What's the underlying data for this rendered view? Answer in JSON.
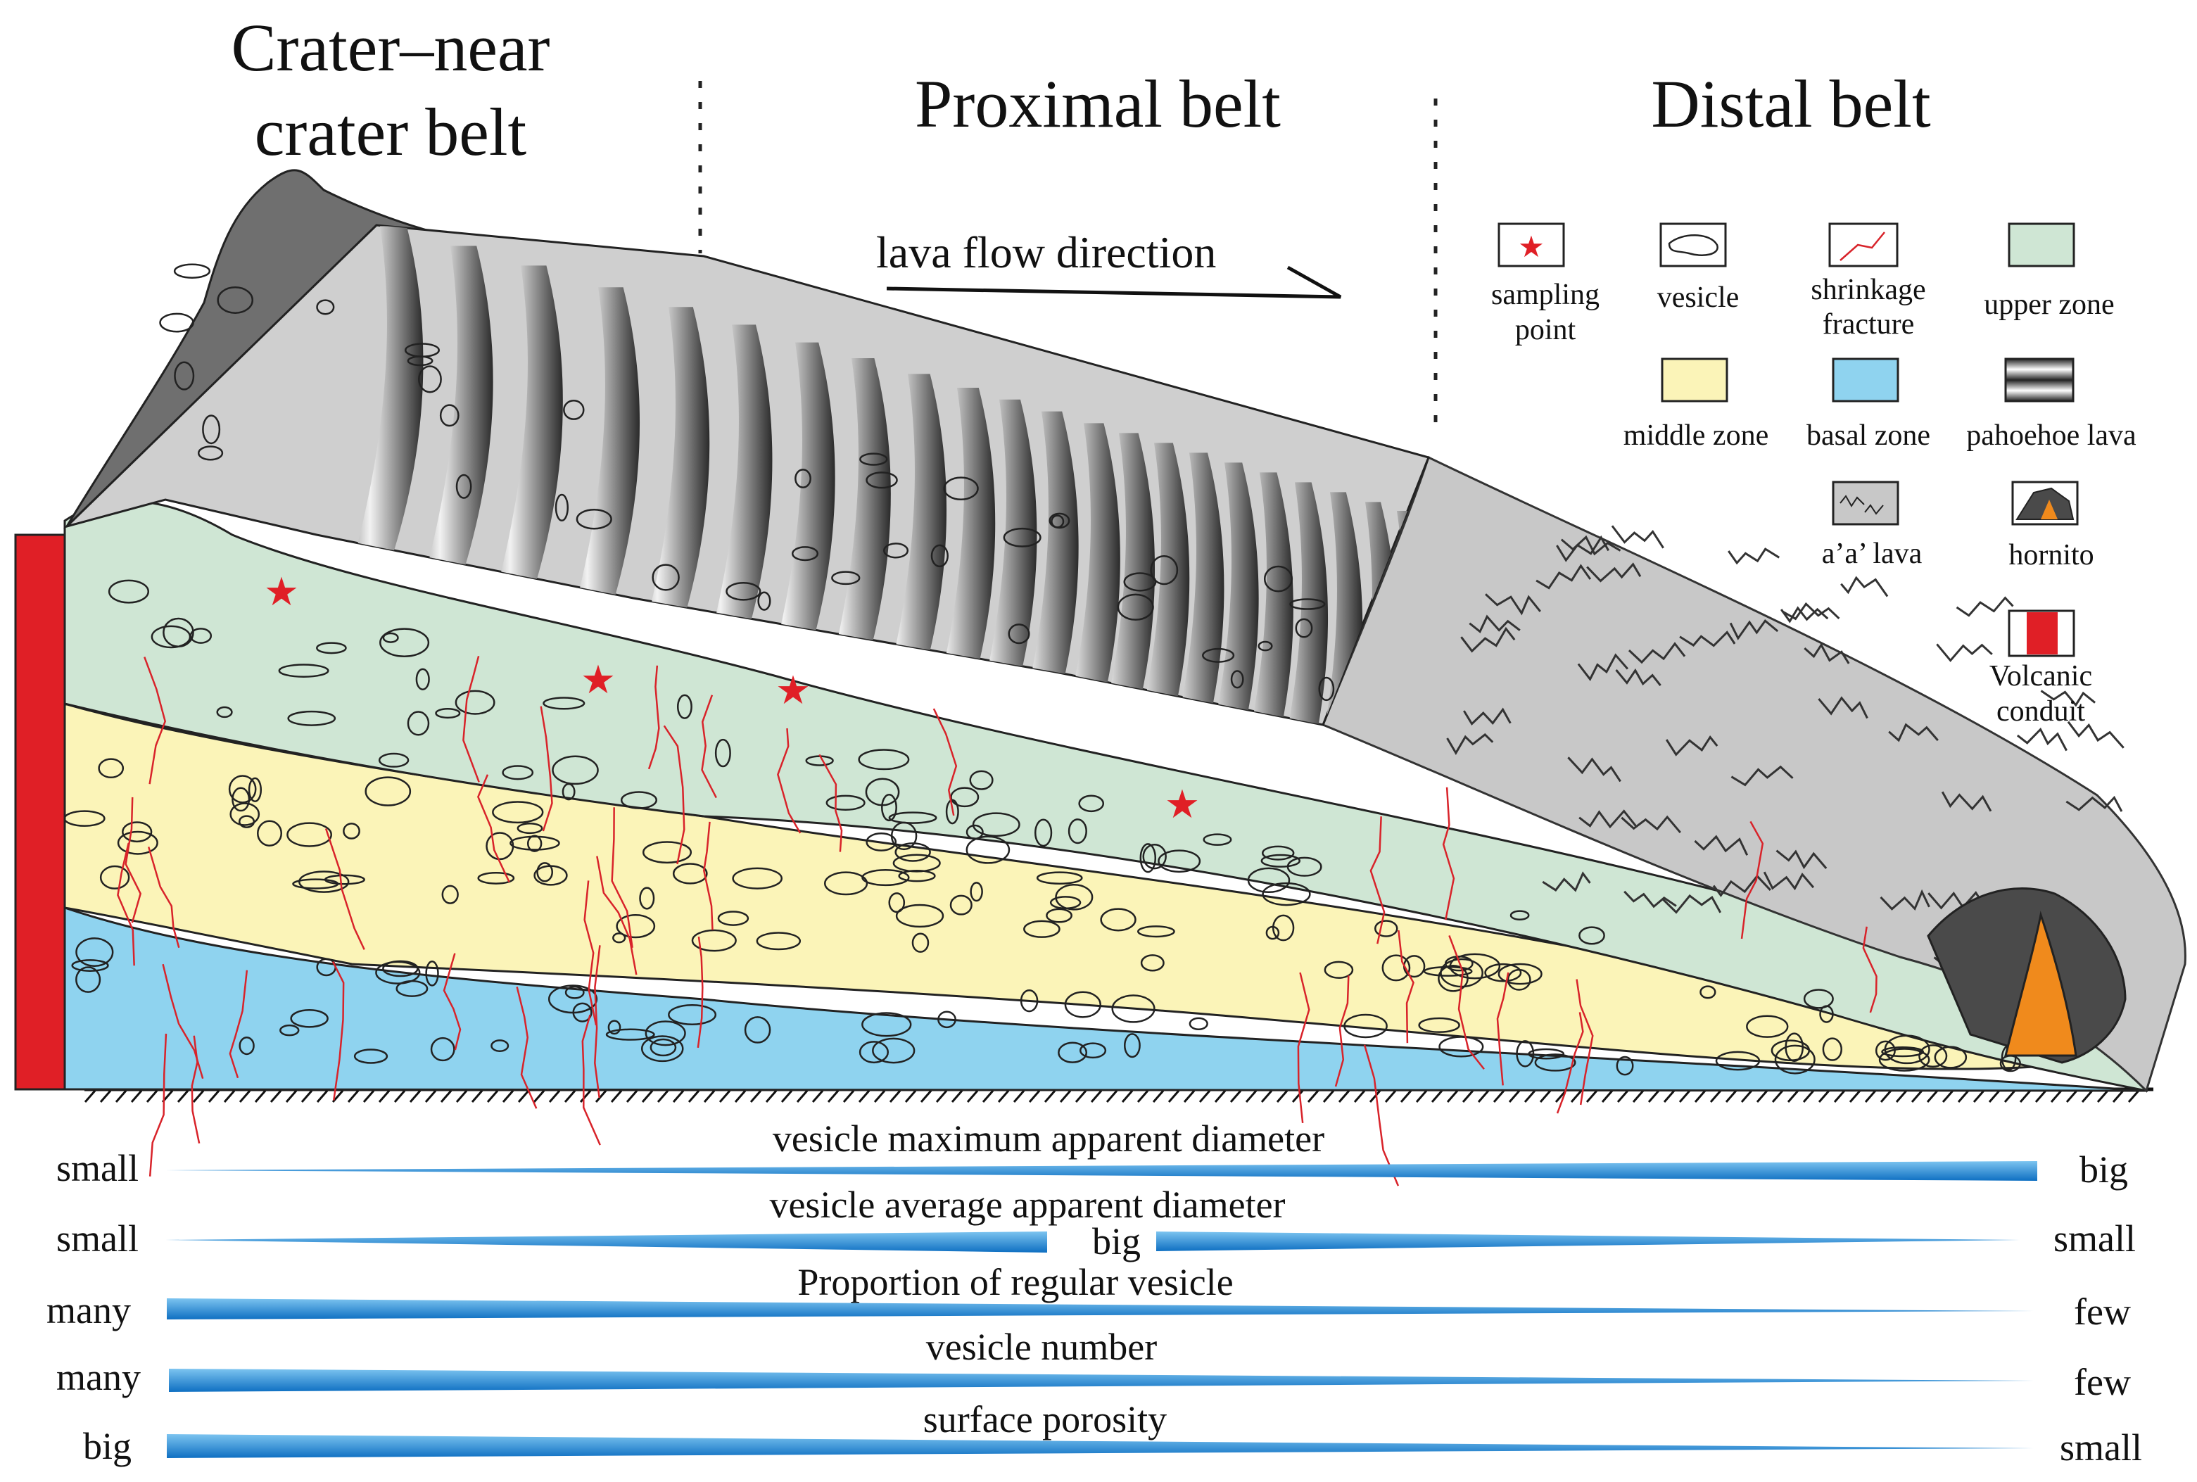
{
  "titles": {
    "crater_line1": "Crater–near",
    "crater_line2": "crater  belt",
    "proximal": "Proximal belt",
    "distal": "Distal belt"
  },
  "flow_direction_label": "lava flow direction",
  "legend": {
    "sampling_point_line1": "sampling",
    "sampling_point_line2": "point",
    "vesicle": "vesicle",
    "shrinkage_fracture_line1": "shrinkage",
    "shrinkage_fracture_line2": "fracture",
    "upper_zone": "upper zone",
    "middle_zone": "middle zone",
    "basal_zone": "basal zone",
    "pahoehoe_lava": "pahoehoe  lava",
    "aa_lava": "a’a’ lava",
    "hornito": "hornito",
    "volcanic_conduit_line1": "Volcanic",
    "volcanic_conduit_line2": "conduit"
  },
  "trends": [
    {
      "title": "vesicle maximum apparent diameter",
      "left": "small",
      "right": "big"
    },
    {
      "title": "vesicle average apparent diameter",
      "left": "small",
      "middle": "big",
      "right": "small"
    },
    {
      "title": "Proportion of regular vesicle",
      "left": "many",
      "right": "few"
    },
    {
      "title": "vesicle number",
      "left": "many",
      "right": "few"
    },
    {
      "title": "surface porosity",
      "left": "big",
      "right": "small"
    }
  ],
  "colors": {
    "upper_zone": "#cfe6d4",
    "middle_zone": "#fbf4b8",
    "basal_zone": "#8fd3ef",
    "volcanic_conduit": "#e01f26",
    "aa_lava": "#c8c8c8",
    "hornito_core": "#f08a1c",
    "sampling_point": "#e01f26",
    "fracture": "#d8232a",
    "trend_bar": "#1a7fd0"
  }
}
